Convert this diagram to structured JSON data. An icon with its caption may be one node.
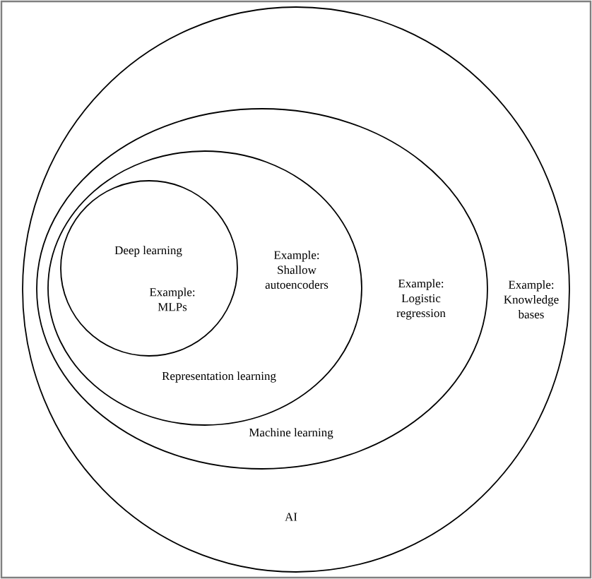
{
  "diagram": {
    "nodes": [
      {
        "text": [
          "Example: Knowledge bases",
          "AI"
        ]
      },
      {
        "text": [
          "Example: Logistic regression",
          "Machine learning"
        ],
        "in": 0
      },
      {
        "text": [
          "Example: Shallow autoencoders",
          "Representation learning"
        ],
        "in": 1
      },
      {
        "text": [
          "Deep learning",
          "Example: MLPs"
        ],
        "in": 2
      }
    ]
  }
}
